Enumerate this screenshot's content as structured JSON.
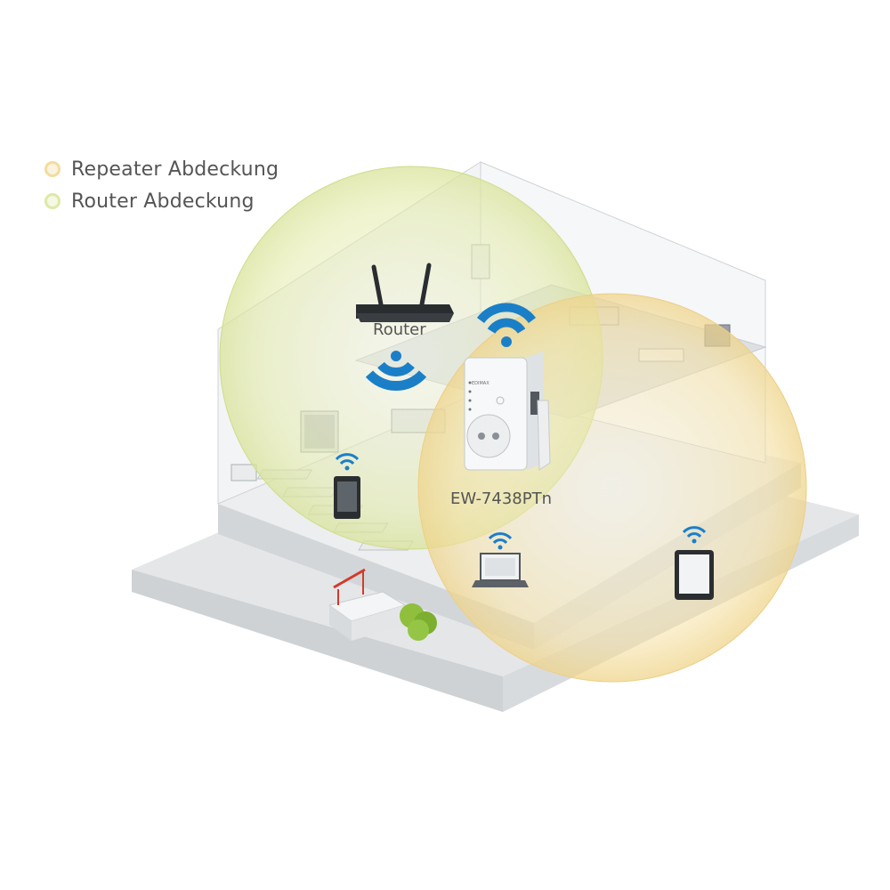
{
  "legend": {
    "repeater": {
      "label": "Repeater Abdeckung",
      "color": "#f3dfa3"
    },
    "router": {
      "label": "Router Abdeckung",
      "color": "#dfe8a6"
    }
  },
  "labels": {
    "router": "Router",
    "repeater_model": "EW-7438PTn",
    "brand": "EDIMAX"
  },
  "colors": {
    "wifi_signal": "#1b7fc8",
    "router_coverage_fill": "#e4ecaa",
    "repeater_coverage_fill": "#f5e2a6",
    "floor": "#e6e8ea",
    "wall": "#f1f2f3"
  },
  "icons": [
    "wifi-signal-icon",
    "router-device-icon",
    "repeater-plug-icon",
    "smartphone-icon",
    "laptop-icon",
    "tablet-icon"
  ]
}
